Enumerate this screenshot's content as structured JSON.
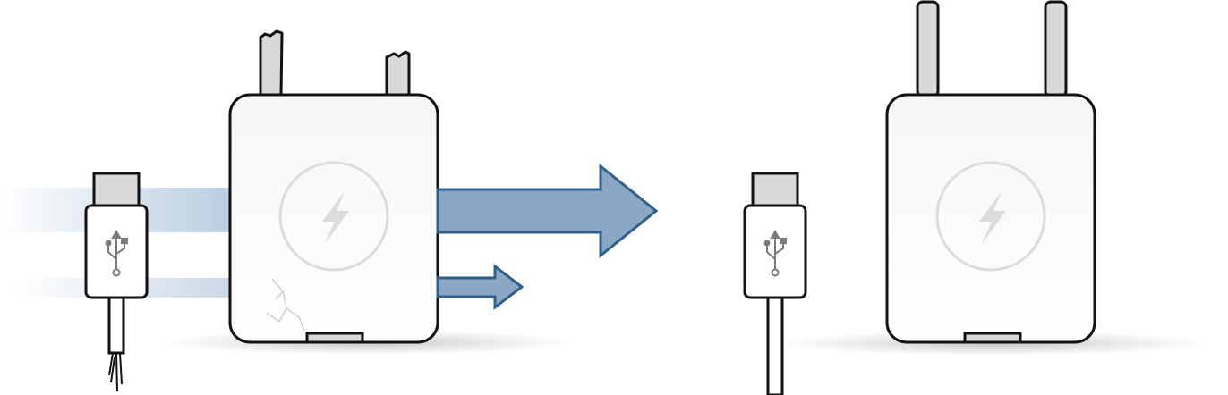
{
  "diagram": {
    "left_group": {
      "state": "damaged",
      "arrows": [
        "large",
        "small"
      ]
    },
    "right_group": {
      "state": "intact"
    }
  },
  "colors": {
    "arrow_fill": "#8aa8c3",
    "arrow_stroke": "#2f5f8c",
    "outline": "#111111",
    "charger_fill": "#ffffff",
    "prong_fill": "#d8d8d8",
    "symbol_gray": "#dcdcdc",
    "trail_blue": "#b9cde0"
  },
  "icons": {
    "charging": "lightning-bolt-icon",
    "usb": "usb-symbol-icon"
  }
}
